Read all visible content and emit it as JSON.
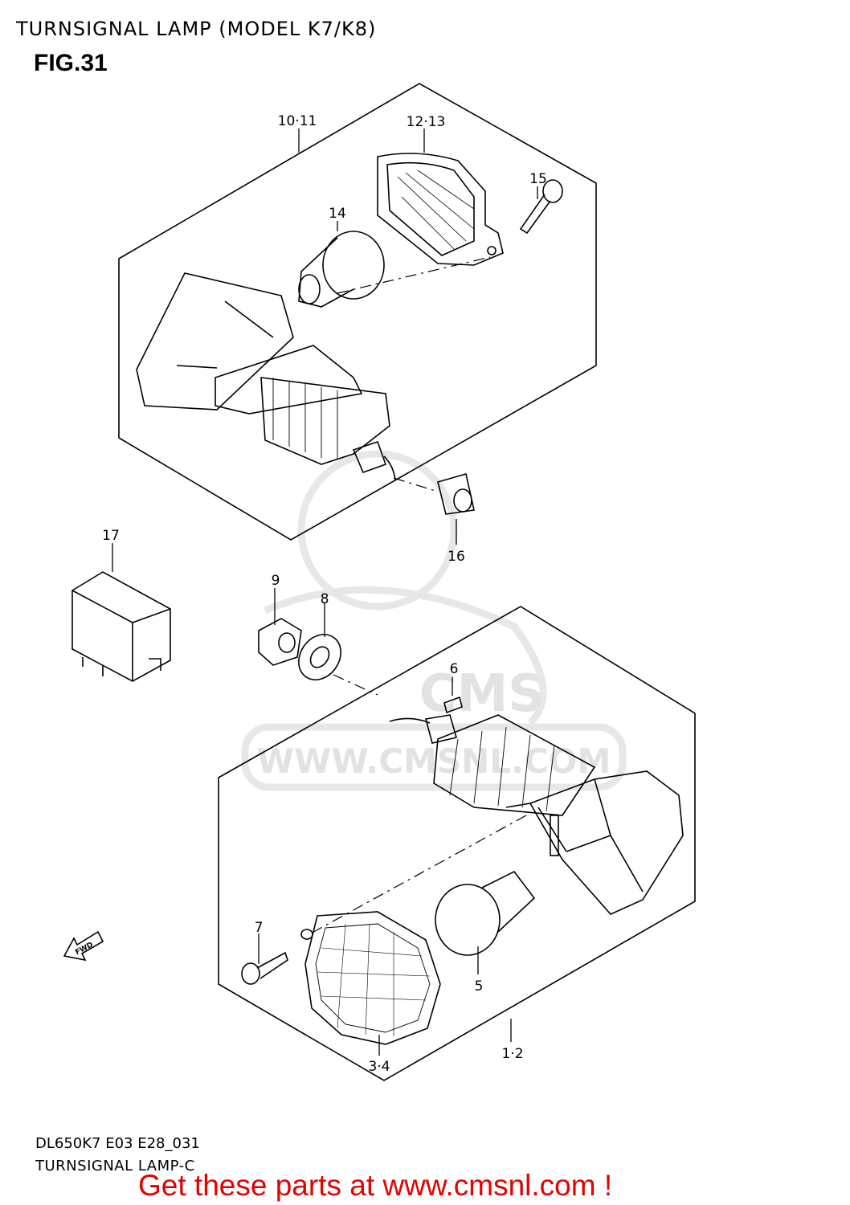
{
  "header": {
    "title": "TURNSIGNAL LAMP (MODEL K7/K8)",
    "figure": "FIG.31"
  },
  "callouts": [
    "10·11",
    "12·13",
    "15",
    "14",
    "17",
    "16",
    "9",
    "8",
    "6",
    "7",
    "5",
    "3·4",
    "1·2"
  ],
  "watermark": {
    "url_text": "WWW.CMSNL.COM",
    "logo_text": "CMS"
  },
  "fwd_arrow": {
    "label": "FWD"
  },
  "footer": {
    "code": "DL650K7 E03 E28_031",
    "caption": "TURNSIGNAL LAMP-C"
  },
  "promo": {
    "text": "Get these parts at www.cmsnl.com !",
    "color": "#e60000"
  }
}
